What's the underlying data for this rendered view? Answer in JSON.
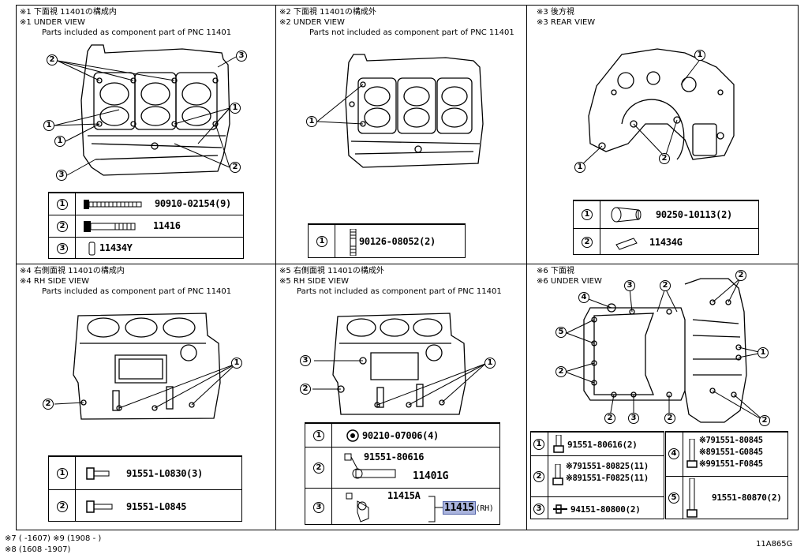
{
  "panels": {
    "p1": {
      "h_jp": "※1 下面視 11401の構成内",
      "h_en": "※1 UNDER VIEW",
      "sub": "Parts included as component part of PNC 11401",
      "callouts": [
        "2",
        "3",
        "1",
        "1",
        "1",
        "2",
        "3",
        "2"
      ],
      "rows": [
        {
          "n": "1",
          "part": "90910-02154(9)"
        },
        {
          "n": "2",
          "part": "11416"
        },
        {
          "n": "3",
          "part": "11434Y"
        }
      ]
    },
    "p2": {
      "h_jp": "※2 下面視 11401の構成外",
      "h_en": "※2 UNDER VIEW",
      "sub": "Parts not included as component part of PNC 11401",
      "callouts": [
        "1"
      ],
      "rows": [
        {
          "n": "1",
          "part": "90126-08052(2)"
        }
      ]
    },
    "p3": {
      "h_jp": "※3 後方視",
      "h_en": "※3 REAR VIEW",
      "callouts": [
        "1",
        "1",
        "2"
      ],
      "rows": [
        {
          "n": "1",
          "part": "90250-10113(2)"
        },
        {
          "n": "2",
          "part": "11434G"
        }
      ]
    },
    "p4": {
      "h_jp": "※4 右側面視 11401の構成内",
      "h_en": "※4 RH SIDE VIEW",
      "sub": "Parts included as component part of PNC 11401",
      "callouts": [
        "1",
        "2"
      ],
      "rows": [
        {
          "n": "1",
          "part": "91551-L0830(3)"
        },
        {
          "n": "2",
          "part": "91551-L0845"
        }
      ]
    },
    "p5": {
      "h_jp": "※5 右側面視 11401の構成外",
      "h_en": "※5 RH SIDE VIEW",
      "sub": "Parts not included as component part of PNC 11401",
      "callouts": [
        "3",
        "1",
        "2"
      ],
      "rows": [
        {
          "n": "1",
          "part": "90210-07006(4)"
        },
        {
          "n": "2",
          "part": "91551-80616",
          "part2": "11401G"
        },
        {
          "n": "3",
          "part": "11415A",
          "part2": "11415",
          "suffix": "(RH)"
        }
      ]
    },
    "p6": {
      "h_jp": "※6 下面視",
      "h_en": "※6 UNDER VIEW",
      "callouts": [
        "4",
        "3",
        "2",
        "2",
        "5",
        "1",
        "2",
        "2",
        "3",
        "2",
        "2"
      ],
      "rows": [
        {
          "n": "1",
          "part": "91551-80616(2)"
        },
        {
          "n": "2",
          "lines": [
            "※791551-80825(11)",
            "※891551-F0825(11)"
          ]
        },
        {
          "n": "3",
          "part": "94151-80800(2)"
        },
        {
          "n": "4",
          "lines": [
            "※791551-80845",
            "※891551-G0845",
            "※991551-F0845"
          ]
        },
        {
          "n": "5",
          "part": "91551-80870(2)"
        }
      ]
    }
  },
  "footer": {
    "line1": "※7 (      -1607)  ※9 (1908  -    )",
    "line2": "※8 (1608  -1907)",
    "code": "11A865G"
  }
}
